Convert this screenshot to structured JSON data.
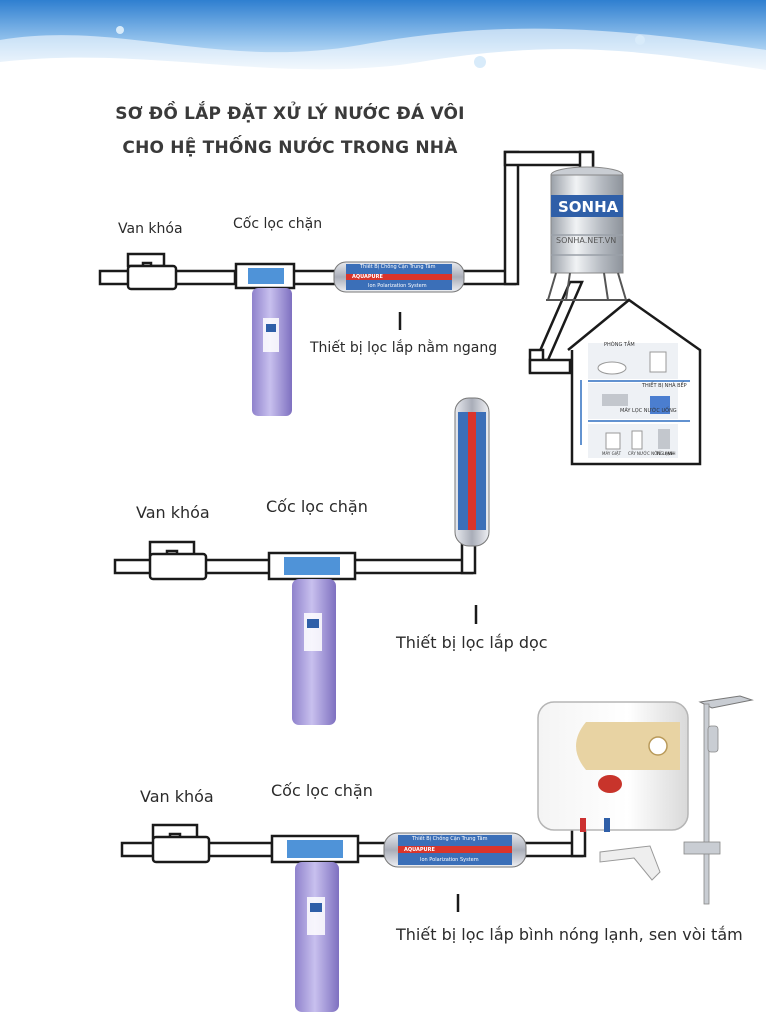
{
  "title": {
    "line1": "SƠ ĐỒ LẮP ĐẶT XỬ LÝ NƯỚC ĐÁ VÔI",
    "line2": "CHO HỆ THỐNG NƯỚC TRONG NHÀ"
  },
  "tank": {
    "brand": "SONHA",
    "website": "SONHA.NET.VN"
  },
  "house": {
    "rooms": [
      "PHÒNG TẮM",
      "THIẾT BỊ NHÀ BẾP",
      "MÁY LỌC NƯỚC UỐNG",
      "MÁY GIẶT",
      "CÂY NƯỚC NÓNG LẠNH",
      "TỦ LẠNH"
    ]
  },
  "filter_device": {
    "label_top": "Thiết Bị Chống Cặn Trung Tâm",
    "brand": "AQUAPURE",
    "label_bottom": "Ion Polarization System"
  },
  "diagrams": [
    {
      "valve": "Van khóa",
      "cup": "Cốc lọc chặn",
      "device": "Thiết bị lọc lắp nằm ngang"
    },
    {
      "valve": "Van khóa",
      "cup": "Cốc lọc chặn",
      "device": "Thiết bị lọc lắp dọc"
    },
    {
      "valve": "Van khóa",
      "cup": "Cốc lọc chặn",
      "device": "Thiết bị lọc lắp bình nóng lạnh, sen vòi tắm"
    }
  ],
  "colors": {
    "pipe": "#ffffff",
    "outline": "#1a1a1a",
    "cup": "#9f92d6",
    "water_top": "#4f93d8",
    "device_metal": "#c9cdd6",
    "device_label": "#2f5fa8"
  }
}
